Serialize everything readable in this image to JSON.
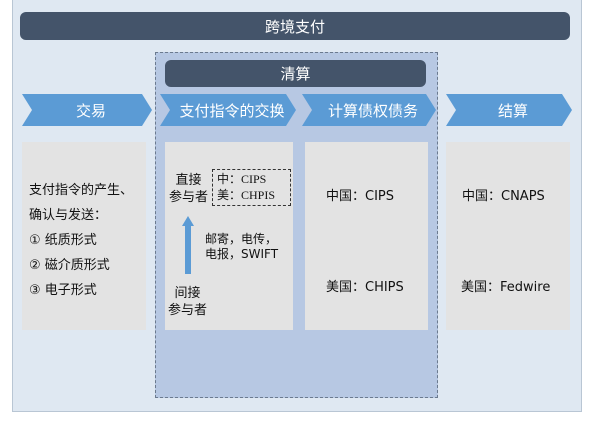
{
  "title": "跨境支付",
  "clearing": "清算",
  "stages": [
    "交易",
    "支付指令的交换",
    "计算债权债务",
    "结算"
  ],
  "transaction": {
    "lines": [
      "支付指令的产生、",
      "确认与发送：",
      "① 纸质形式",
      "② 磁介质形式",
      "③ 电子形式"
    ]
  },
  "exchange": {
    "direct": [
      "直接",
      "参与者"
    ],
    "systems": [
      "中：CIPS",
      "美：CHPIS"
    ],
    "channels": [
      "邮寄，电传，",
      "电报，SWIFT"
    ],
    "indirect": [
      "间接",
      "参与者"
    ]
  },
  "calc": {
    "cn": "中国：CIPS",
    "us": "美国：CHIPS"
  },
  "settle": {
    "cn": "中国：CNAPS",
    "us": "美国：Fedwire"
  }
}
